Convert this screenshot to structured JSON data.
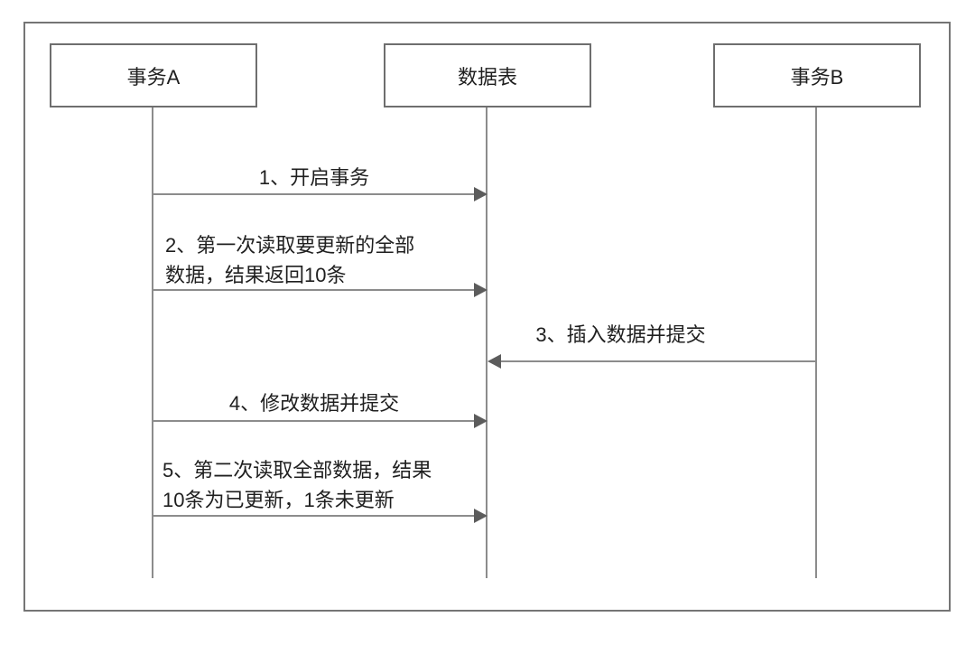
{
  "colors": {
    "border": "#6e6e6e",
    "lifeline": "#8c8c8c",
    "arrowhead": "#5c5c5c",
    "text": "#1f1f1f",
    "background": "#ffffff"
  },
  "actors": [
    {
      "label": "事务A"
    },
    {
      "label": "数据表"
    },
    {
      "label": "事务B"
    }
  ],
  "messages": [
    {
      "from": "事务A",
      "to": "数据表",
      "direction": "right",
      "lines": [
        "1、开启事务"
      ]
    },
    {
      "from": "事务A",
      "to": "数据表",
      "direction": "right",
      "lines": [
        "2、第一次读取要更新的全部",
        "数据，结果返回10条"
      ]
    },
    {
      "from": "事务B",
      "to": "数据表",
      "direction": "left",
      "lines": [
        "3、插入数据并提交"
      ]
    },
    {
      "from": "事务A",
      "to": "数据表",
      "direction": "right",
      "lines": [
        "4、修改数据并提交"
      ]
    },
    {
      "from": "事务A",
      "to": "数据表",
      "direction": "right",
      "lines": [
        "5、第二次读取全部数据，结果",
        "10条为已更新，1条未更新"
      ]
    }
  ]
}
